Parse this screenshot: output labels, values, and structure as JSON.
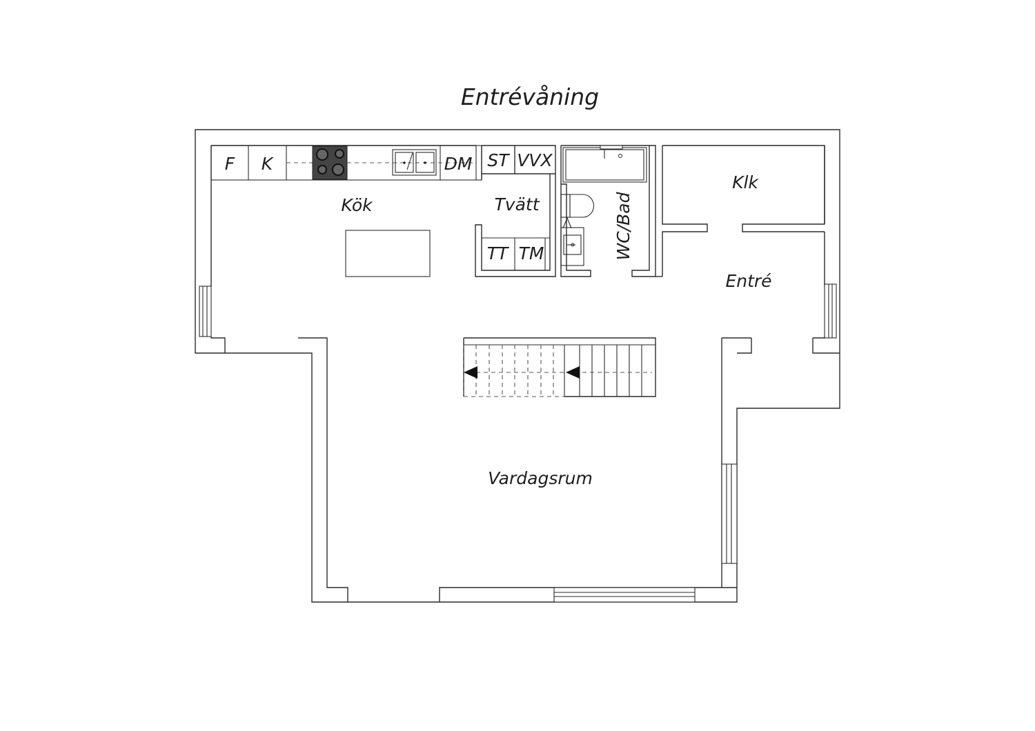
{
  "title": "Entrévåning",
  "rooms": {
    "kok": "Kök",
    "tvatt": "Tvätt",
    "wc_bad": "WC/Bad",
    "klk": "Klk",
    "entre": "Entré",
    "vardagsrum": "Vardagsrum"
  },
  "fixtures": {
    "fridge": "F",
    "freezer": "K",
    "dishwasher": "DM",
    "storage": "ST",
    "water_heater": "VVX",
    "dryer": "TT",
    "washer": "TM"
  }
}
